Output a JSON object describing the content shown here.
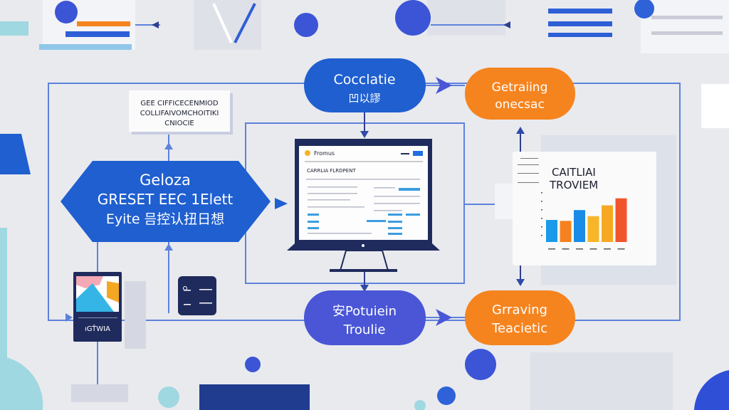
{
  "colors": {
    "blue": "#1f5fd0",
    "orange": "#f5841f",
    "purple": "#4a56d6",
    "navy": "#1f2b5c",
    "line": "#5d82dc",
    "background": "#e9eaee"
  },
  "nodes": {
    "top_blue": {
      "line1": "Cocclatie",
      "line2": "凹以謬"
    },
    "top_orange": {
      "line1": "Getraiing",
      "line2": "onecsac"
    },
    "note": {
      "line1": "GEE CIFFICECENMIOD",
      "line2": "COLLIFAIVOMCHOITIKI",
      "line3": "CNIOCIE"
    },
    "hexagon": {
      "line1": "Geloza",
      "line2": "GRESET EEC 1Elett",
      "line3": "Eyite 믐控认扭日想"
    },
    "monitor": {
      "app_name": "Fromus",
      "heading": "CARRLIA FLRDPENT"
    },
    "chart_panel": {
      "title1": "CAITLIAI",
      "title2": "TROVIEM",
      "values": [
        0.47,
        0.45,
        0.68,
        0.55,
        0.78,
        0.93
      ],
      "bar_colors": [
        "#1a9ae8",
        "#f5821f",
        "#1a8ce8",
        "#f7b52a",
        "#f7a823",
        "#f0552c"
      ]
    },
    "bottom_purple": {
      "line1": "安Potuiein",
      "line2": "Troulie"
    },
    "bottom_orange": {
      "line1": "Grraving",
      "line2": "Teacietic"
    },
    "poster": {
      "caption": "ıGŤWIA"
    }
  }
}
